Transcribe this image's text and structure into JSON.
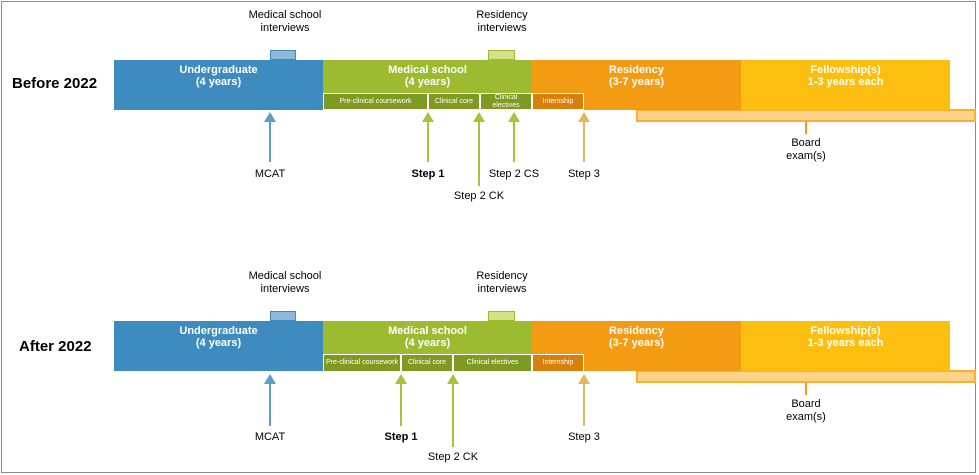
{
  "before": {
    "row_label": "Before 2022",
    "interviews_med": [
      "Medical school",
      "interviews"
    ],
    "interviews_res": [
      "Residency",
      "interviews"
    ],
    "bars": {
      "undergrad": [
        "Undergraduate",
        "(4 years)"
      ],
      "medschool": [
        "Medical school",
        "(4 years)"
      ],
      "residency": [
        "Residency",
        "(3-7 years)"
      ],
      "fellowship": [
        "Fellowship(s)",
        "1-3 years each"
      ]
    },
    "subs": {
      "preclinical": "Pre-clinical coursework",
      "core": "Clinical core",
      "electives": "Clinical electives",
      "internship": "Internship"
    },
    "exams": {
      "mcat": "MCAT",
      "step1": "Step 1",
      "step2ck": "Step 2 CK",
      "step2cs": "Step 2 CS",
      "step3": "Step 3",
      "board": [
        "Board",
        "exam(s)"
      ]
    }
  },
  "after": {
    "row_label": "After 2022",
    "interviews_med": [
      "Medical school",
      "interviews"
    ],
    "interviews_res": [
      "Residency",
      "interviews"
    ],
    "bars": {
      "undergrad": [
        "Undergraduate",
        "(4 years)"
      ],
      "medschool": [
        "Medical school",
        "(4 years)"
      ],
      "residency": [
        "Residency",
        "(3-7 years)"
      ],
      "fellowship": [
        "Fellowship(s)",
        "1-3 years each"
      ]
    },
    "subs": {
      "preclinical": "Pre-clinical coursework",
      "core": "Clinical core",
      "electives": "Clinical electives",
      "internship": "Internship"
    },
    "exams": {
      "mcat": "MCAT",
      "step1": "Step 1",
      "step2ck": "Step 2 CK",
      "step3": "Step 3",
      "board": [
        "Board",
        "exam(s)"
      ]
    }
  },
  "colors": {
    "undergrad": "#3d8bbf",
    "medschool": "#9cbb31",
    "medsub": "#7f9a21",
    "residency": "#f49b14",
    "fellowship": "#fcbf10",
    "mcat_arrow": "#5b9ec9",
    "step_arrow": "#a4c43c",
    "step3_arrow": "#e2b75f"
  }
}
